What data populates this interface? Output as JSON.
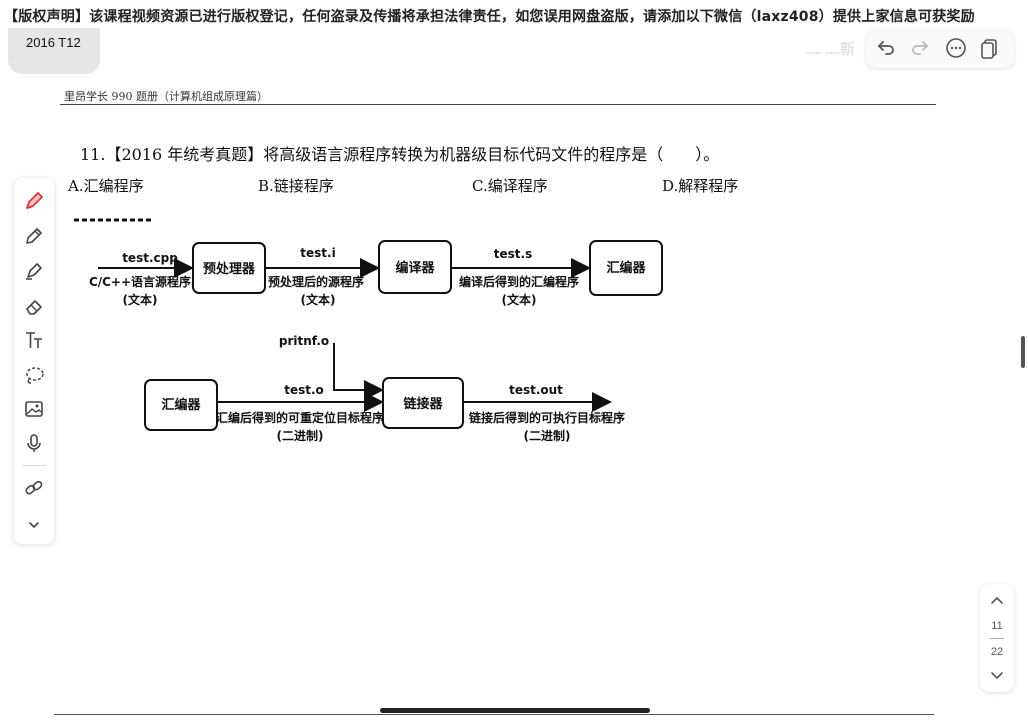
{
  "banner": {
    "text": "【版权声明】该课程视频资源已进行版权登记，任何盗录及传播将承担法律责任，如您误用网盘盗版，请添加以下微信（laxz408）提供上家信息可获奖励"
  },
  "tab": {
    "label": "2016 T12"
  },
  "top_tools": {
    "undo_icon": "undo-icon",
    "redo_icon": "redo-icon",
    "more_icon": "more-icon",
    "pages_icon": "pages-icon"
  },
  "book_header": "里昂学长 990 题册（计算机组成原理篇）",
  "question": {
    "text": "11.【2016 年统考真题】将高级语言源程序转换为机器级目标代码文件的程序是（　　）。",
    "options": [
      {
        "label": "A.汇编程序"
      },
      {
        "label": "B.链接程序"
      },
      {
        "label": "C.编译程序"
      },
      {
        "label": "D.解释程序"
      }
    ]
  },
  "diagram": {
    "row1": {
      "input_file": "test.cpp",
      "input_desc": "C/C++语言源程序",
      "input_type": "(文本)",
      "box1": "预处理器",
      "file1": "test.i",
      "file1_desc": "预处理后的源程序",
      "file1_type": "(文本)",
      "box2": "编译器",
      "file2": "test.s",
      "file2_desc": "编译后得到的汇编程序",
      "file2_type": "(文本)",
      "box3": "汇编器"
    },
    "row2": {
      "lib_file": "pritnf.o",
      "box1": "汇编器",
      "file1": "test.o",
      "file1_desc": "汇编后得到的可重定位目标程序",
      "file1_type": "(二进制)",
      "box2": "链接器",
      "out_file": "test.out",
      "out_desc": "链接后得到的可执行目标程序",
      "out_type": "(二进制)"
    }
  },
  "sidebar": {
    "items": [
      {
        "icon": "pen-icon",
        "active": true
      },
      {
        "icon": "pencil-icon",
        "active": false
      },
      {
        "icon": "highlighter-icon",
        "active": false
      },
      {
        "icon": "eraser-icon",
        "active": false
      },
      {
        "icon": "text-tool-icon",
        "active": false
      },
      {
        "icon": "lasso-icon",
        "active": false
      },
      {
        "icon": "image-icon",
        "active": false
      },
      {
        "icon": "microphone-icon",
        "active": false
      },
      {
        "icon": "link-icon",
        "active": false
      },
      {
        "icon": "chevron-down-icon",
        "active": false
      }
    ]
  },
  "pager": {
    "current": "11",
    "total": "22"
  },
  "colors": {
    "accent": "#e0343a",
    "ink": "#111111"
  }
}
